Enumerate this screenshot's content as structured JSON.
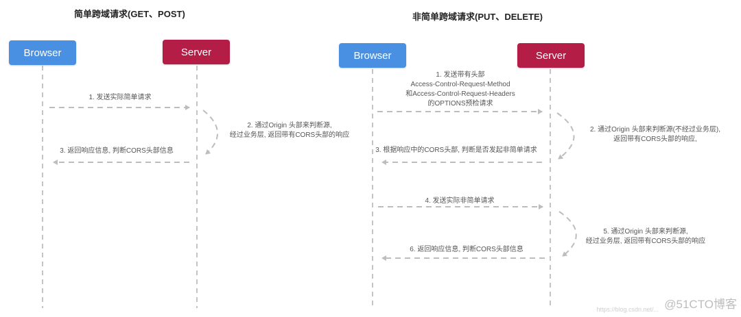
{
  "left": {
    "title": "简单跨域请求(GET、POST)",
    "browser": "Browser",
    "server": "Server",
    "step1": "1. 发送实际简单请求",
    "step2": [
      "2. 通过Origin 头部来判断源,",
      "经过业务层, 返回带有CORS头部的响应"
    ],
    "step3": "3. 返回响应信息, 判断CORS头部信息"
  },
  "right": {
    "title": "非简单跨域请求(PUT、DELETE)",
    "browser": "Browser",
    "server": "Server",
    "step1": [
      "1. 发送带有头部",
      "Access-Control-Request-Method",
      "和Access-Control-Request-Headers",
      "的OPTIONS预检请求"
    ],
    "step2": [
      "2. 通过Origin 头部来判断源(不经过业务层),",
      "返回带有CORS头部的响应,"
    ],
    "step3": "3. 根据响应中的CORS头部, 判断是否发起非简单请求",
    "step4": "4. 发送实际非简单请求",
    "step5": [
      "5. 通过Origin 头部来判断源,",
      "经过业务层, 返回带有CORS头部的响应"
    ],
    "step6": "6. 返回响应信息, 判断CORS头部信息"
  },
  "watermark": "@51CTO博客",
  "watermark_url": "https://blog.csdn.net/...",
  "colors": {
    "browser": "#4a90e2",
    "server": "#b41d45",
    "line": "#bfbfbf",
    "arrow": "#bdbdbd"
  }
}
